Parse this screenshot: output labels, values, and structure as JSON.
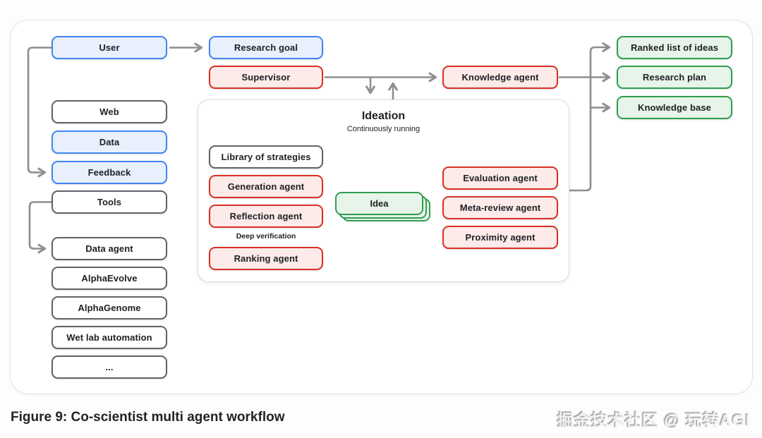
{
  "caption": "Figure 9: Co-scientist multi agent workflow",
  "watermark": "掘金技术社区 @ 玩转AGI",
  "nodes": {
    "user": "User",
    "research_goal": "Research goal",
    "supervisor": "Supervisor",
    "knowledge_agent": "Knowledge agent",
    "ranked_list_of_ideas": "Ranked list of ideas",
    "research_plan": "Research plan",
    "knowledge_base": "Knowledge base",
    "web": "Web",
    "data": "Data",
    "feedback": "Feedback",
    "tools": "Tools",
    "data_agent": "Data agent",
    "alpha_evolve": "AlphaEvolve",
    "alpha_genome": "AlphaGenome",
    "wet_lab_automation": "Wet lab automation",
    "more_tools": "..."
  },
  "ideation": {
    "title": "Ideation",
    "subtitle": "Continuously running",
    "library_of_strategies": "Library of strategies",
    "generation_agent": "Generation agent",
    "reflection_agent": "Reflection agent",
    "deep_verification_label": "Deep verification",
    "ranking_agent": "Ranking agent",
    "idea_card": "Idea",
    "evaluation_agent": "Evaluation agent",
    "meta_review_agent": "Meta-review agent",
    "proximity_agent": "Proximity agent"
  },
  "colors": {
    "blue_border": "#4285f4",
    "blue_fill": "#e8f0fe",
    "red_border": "#d93025",
    "red_fill": "#fcebe9",
    "green_border": "#2f9e4e",
    "green_fill": "#e7f4ea",
    "neutral_border": "#5f6368",
    "arrow": "#8e8e8e"
  }
}
